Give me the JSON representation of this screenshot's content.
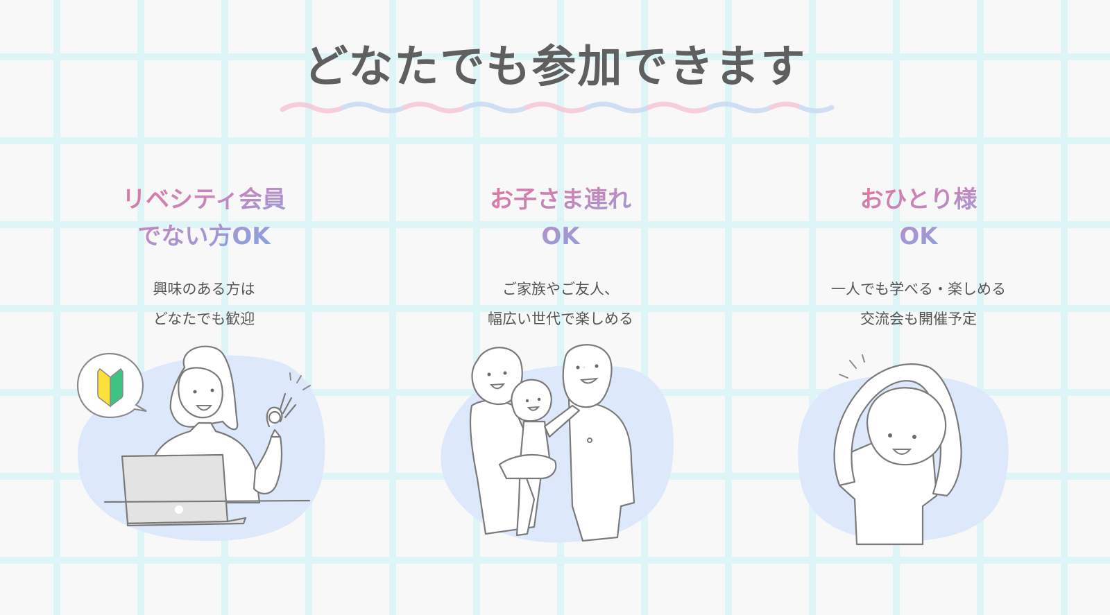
{
  "page": {
    "title": "どなたでも参加できます",
    "background_color": "#f8f8f8",
    "grid_color": "#dcf4f6",
    "wave_colors": [
      "#f5c6d6",
      "#c8daf2"
    ],
    "heading_gradient": [
      "#e5739c",
      "#a895d0",
      "#7aa8e8"
    ]
  },
  "columns": [
    {
      "heading_line1": "リベシティ会員",
      "heading_line2": "でない方OK",
      "desc_line1": "興味のある方は",
      "desc_line2": "どなたでも歓迎",
      "illustration": "woman-laptop-ok-sign-beginner-mark"
    },
    {
      "heading_line1": "お子さま連れ",
      "heading_line2": "OK",
      "desc_line1": "ご家族やご友人、",
      "desc_line2": "幅広い世代で楽しめる",
      "illustration": "family-with-child"
    },
    {
      "heading_line1": "おひとり様",
      "heading_line2": "OK",
      "desc_line1": "一人でも学べる・楽しめる",
      "desc_line2": "交流会も開催予定",
      "illustration": "person-arms-circle-ok"
    }
  ]
}
